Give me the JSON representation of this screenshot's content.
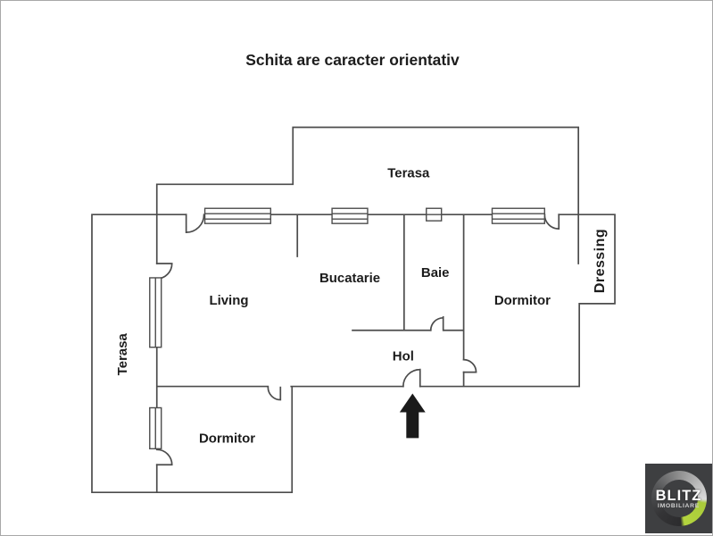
{
  "title": "Schita are caracter orientativ",
  "rooms": {
    "terasa_top": "Terasa",
    "terasa_left": "Terasa",
    "living": "Living",
    "bucatarie": "Bucatarie",
    "baie": "Baie",
    "dormitor_right": "Dormitor",
    "dressing": "Dressing",
    "hol": "Hol",
    "dormitor_bottom": "Dormitor"
  },
  "entrance_marker": {
    "type": "up-arrow"
  },
  "logo": {
    "brand": "BLITZ",
    "tagline": "IMOBILIARE"
  },
  "colors": {
    "wall": "#4c4c4c",
    "label_text": "#1c1c1c",
    "arrow": "#1a1a1a",
    "logo_background": "#3e3f41",
    "logo_accent_green": "#a9cb3a",
    "canvas_border": "#a8a8a8",
    "background": "#ffffff"
  }
}
